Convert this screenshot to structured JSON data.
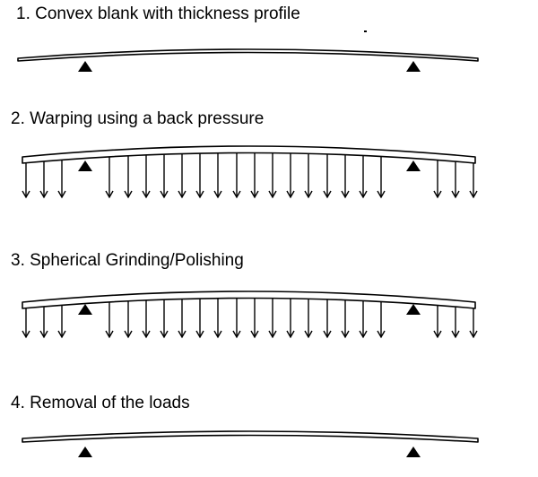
{
  "steps": [
    {
      "label": "1. Convex blank with thickness profile",
      "pressure_arrows": false
    },
    {
      "label": "2. Warping using a back pressure",
      "pressure_arrows": true
    },
    {
      "label": "3. Spherical Grinding/Polishing",
      "pressure_arrows": true
    },
    {
      "label": "4. Removal of the loads",
      "pressure_arrows": false
    }
  ],
  "colors": {
    "stroke": "#000000",
    "fill": "#ffffff",
    "support": "#000000"
  },
  "icons": {
    "support": "triangle-support-icon",
    "pressure": "down-arrow-icon"
  }
}
